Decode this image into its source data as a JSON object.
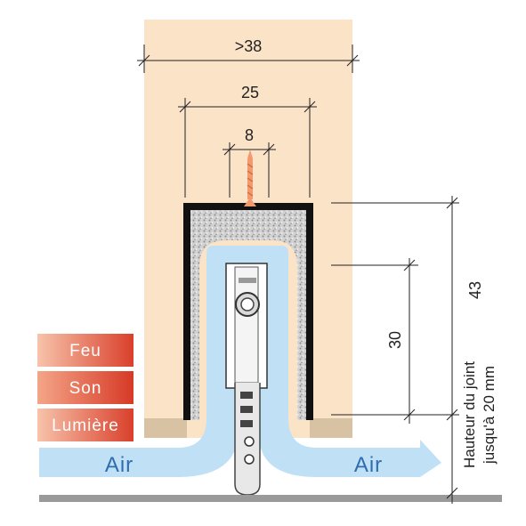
{
  "dimensions": {
    "door_thickness": ">38",
    "profile_width": "25",
    "screw_spacing": "8",
    "profile_height": "43",
    "seal_depth": "30"
  },
  "side_label": {
    "line1": "Hauteur du joint",
    "line2": "jusqu'à 20 mm"
  },
  "badges": [
    "Feu",
    "Son",
    "Lumière"
  ],
  "air_label_left": "Air",
  "air_label_right": "Air",
  "colors": {
    "door": "#fbe3c8",
    "door_edge": "#d7c2a3",
    "profile": "#111111",
    "foam": "#cfcfcf",
    "air_flow": "#bfe0f5",
    "floor": "#9a9a9a",
    "screw": "#f29a6e",
    "badge_light": "#f6b49a",
    "badge_dark": "#d9402b",
    "air_text": "#2f6db0"
  }
}
